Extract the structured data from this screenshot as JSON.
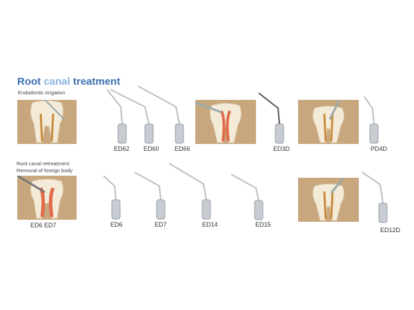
{
  "title": {
    "part1": "Root",
    "part2": "canal",
    "part3": "treatment"
  },
  "sections": {
    "irrigation": "Endodontic irrigation",
    "retreatment_line1": "Root canal retreatment",
    "retreatment_line2": "Removal of foreign body"
  },
  "tips": {
    "ed62": "ED62",
    "ed60": "ED60",
    "ed66": "ED66",
    "ed3d": "ED3D",
    "pd4d": "PD4D",
    "ed6_ed7": "ED6  ED7",
    "ed6": "ED6",
    "ed7": "ED7",
    "ed14": "ED14",
    "ed15": "ED15",
    "ed12d": "ED12D"
  },
  "colors": {
    "title": "#3a6fb0",
    "title_accent": "#8ab4e0",
    "photo_bg": "#c9a77e",
    "metal": "#b9bec4"
  }
}
